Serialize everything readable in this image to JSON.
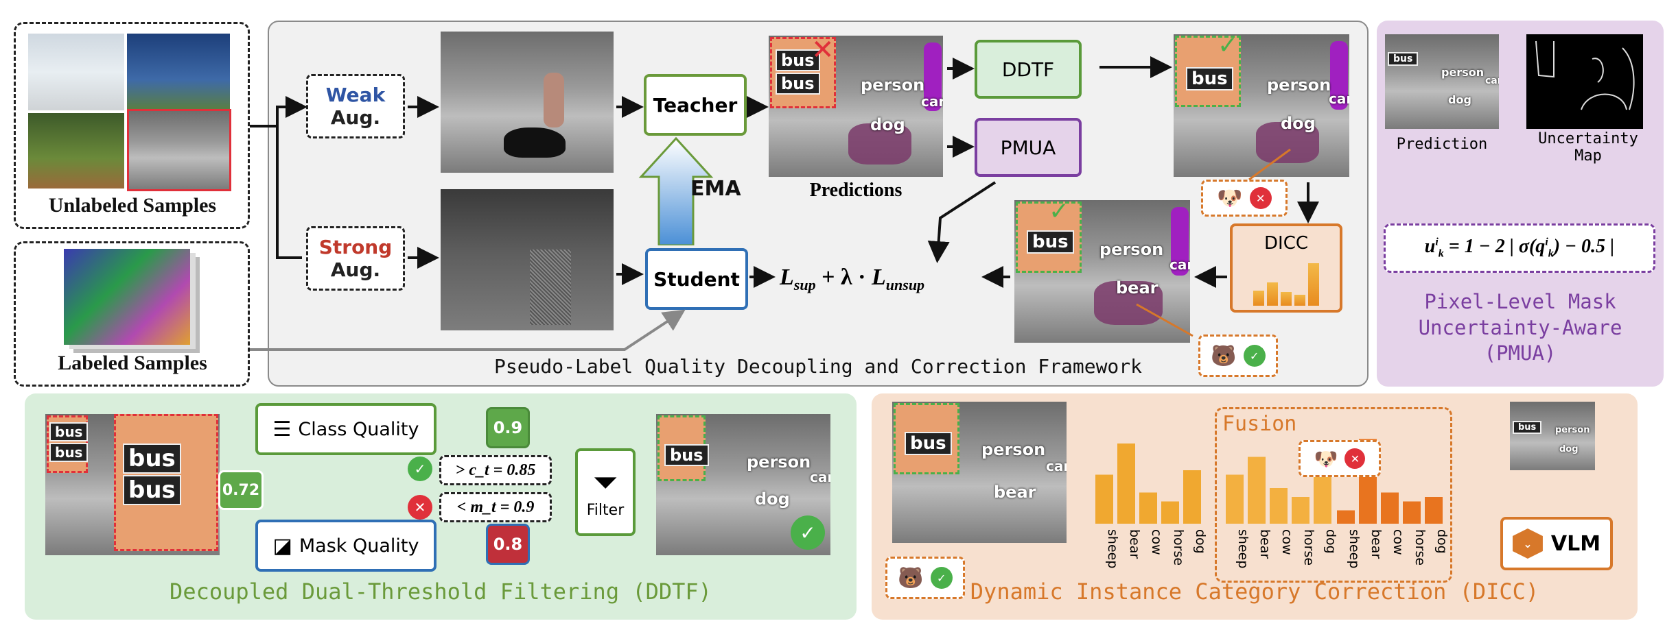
{
  "inputs": {
    "unlabeled_label": "Unlabeled Samples",
    "labeled_label": "Labeled Samples"
  },
  "augment": {
    "weak_word": "Weak",
    "weak_aug": "Aug.",
    "strong_word": "Strong",
    "strong_aug": "Aug."
  },
  "models": {
    "teacher": "Teacher",
    "student": "Student",
    "ema": "EMA"
  },
  "predictions_label": "Predictions",
  "modules": {
    "ddtf": "DDTF",
    "pmua": "PMUA",
    "dicc": "DICC"
  },
  "loss": {
    "sup": "L",
    "sup_sub": "sup",
    "plus": "+ λ ·",
    "unsup": "L",
    "unsup_sub": "unsup"
  },
  "main_panel_title": "Pseudo-Label Quality Decoupling and Correction Framework",
  "seg_labels": {
    "bus": "bus",
    "person": "person",
    "car": "car",
    "dog": "dog",
    "bear": "bear"
  },
  "pmua_panel": {
    "prediction": "Prediction",
    "uncertainty_map": "Uncertainty\nMap",
    "title": "Pixel-Level Mask\nUncertainty-Aware\n(PMUA)"
  },
  "ddtf_panel": {
    "class_quality": "Class Quality",
    "mask_quality": "Mask Quality",
    "score_input": "0.72",
    "class_score": "0.9",
    "mask_score": "0.8",
    "cond_class": "> c_t = 0.85",
    "cond_mask": "< m_t = 0.9",
    "filter": "Filter",
    "title": "Decoupled Dual-Threshold Filtering (DDTF)"
  },
  "dicc_panel": {
    "fusion": "Fusion",
    "vlm": "VLM",
    "categories": [
      "sheep",
      "bear",
      "cow",
      "horse",
      "dog"
    ],
    "title": "Dynamic Instance Category Correction (DICC)"
  },
  "chart_data": [
    {
      "type": "bar",
      "name": "fused",
      "categories": [
        "sheep",
        "bear",
        "cow",
        "horse",
        "dog"
      ],
      "values": [
        0.55,
        0.9,
        0.35,
        0.25,
        0.6
      ]
    },
    {
      "type": "bar",
      "name": "fusion-left",
      "categories": [
        "sheep",
        "bear",
        "cow",
        "horse",
        "dog"
      ],
      "values": [
        0.55,
        0.75,
        0.4,
        0.3,
        0.8
      ]
    },
    {
      "type": "bar",
      "name": "fusion-right",
      "categories": [
        "sheep",
        "bear",
        "cow",
        "horse",
        "dog"
      ],
      "values": [
        0.15,
        0.95,
        0.35,
        0.25,
        0.3
      ]
    },
    {
      "type": "bar",
      "name": "dicc-icon",
      "values": [
        0.35,
        0.5,
        0.3,
        0.25,
        0.9
      ]
    }
  ],
  "colors": {
    "weak": "#2f55a4",
    "strong": "#c0392b",
    "teacher_border": "#6a9a3a",
    "student_border": "#2f6fb5",
    "ddtf_border": "#5a9a3a",
    "pmua_border": "#7a3ea0",
    "dicc_border": "#d7782a",
    "green_panel_title": "#6a9a3a",
    "purple_panel_title": "#7a3ea0",
    "orange_panel_title": "#d7782a"
  }
}
